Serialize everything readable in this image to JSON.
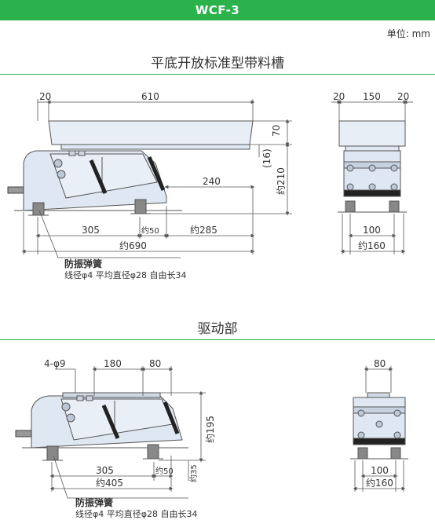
{
  "header": {
    "model": "WCF-3"
  },
  "unit_label": "单位: mm",
  "section1": {
    "title": "平底开放标准型带料槽",
    "dims_top": [
      "20",
      "610"
    ],
    "dim_height_upper": "70",
    "dim_height_mid": "(16)",
    "dim_height_total": "约210",
    "dim_240": "240",
    "dims_bottom": [
      "305",
      "约50",
      "约285"
    ],
    "dim_overall": "约690",
    "side_dims_top": [
      "20",
      "150",
      "20"
    ],
    "side_dim_100": "100",
    "side_dim_160": "约160",
    "spring_label": "防振弹簧",
    "spring_spec": "线径φ4  平均直径φ28 自由长34"
  },
  "section2": {
    "title": "驱动部",
    "hole_label": "4-φ9",
    "dims_top": [
      "180",
      "80"
    ],
    "dim_height_total": "约195",
    "dim_35": "约35",
    "dims_bottom": [
      "305",
      "约50"
    ],
    "dim_overall": "约405",
    "side_dim_top": "80",
    "side_dim_100": "100",
    "side_dim_160": "约160",
    "spring_label": "防振弹簧",
    "spring_spec": "线径φ4  平均直径φ28 自由长34"
  },
  "colors": {
    "accent": "#2bb24c",
    "body_fill": "#dfe8f2",
    "outline": "#555555",
    "bar": "#222222"
  }
}
